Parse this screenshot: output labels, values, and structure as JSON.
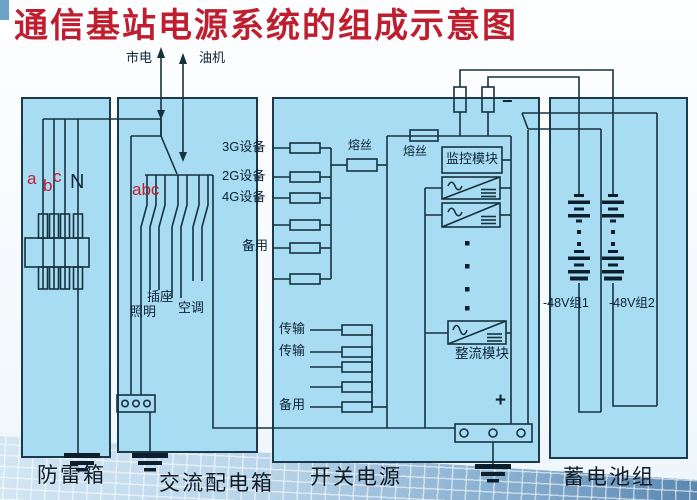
{
  "title": "通信基站电源系统的组成示意图",
  "colors": {
    "accent_red": "#bf1e2e",
    "box_fill": "#a8dcf2",
    "line": "#16323f"
  },
  "top": {
    "mains": "市电",
    "generator": "油机"
  },
  "lightning": {
    "label": "防雷箱",
    "phase_a": "a",
    "phase_b": "b",
    "phase_c": "c",
    "neutral": "N"
  },
  "ac": {
    "label": "交流配电箱",
    "phases": "abc",
    "socket": "插座",
    "lighting": "照明",
    "aircon": "空调"
  },
  "sp": {
    "label": "开关电源",
    "loads": [
      "3G设备",
      "2G设备",
      "4G设备",
      "备用"
    ],
    "fuse_left": "熔丝",
    "fuse_inner": "熔丝",
    "monitor": "监控模块",
    "rectifier": "整流模块",
    "outputs": [
      "传输",
      "传输",
      "备用"
    ],
    "minus": "−",
    "plus": "+"
  },
  "battery": {
    "label": "蓄电池组",
    "group1": "-48V组1",
    "group2": "-48V组2"
  }
}
